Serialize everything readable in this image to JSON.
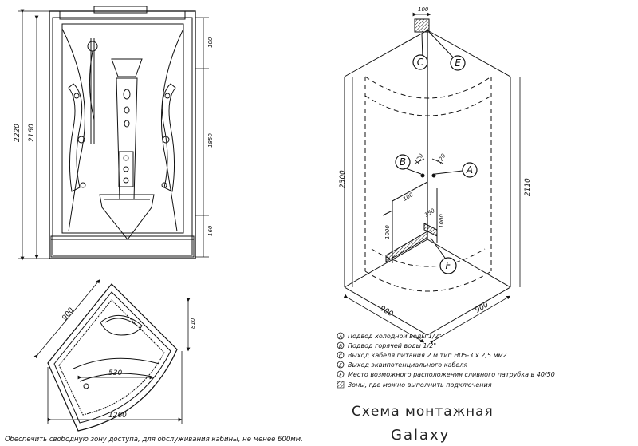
{
  "front_view": {
    "dimensions": {
      "total_height": "2220",
      "cabin_height": "2160",
      "top": "100",
      "middle": "1850",
      "bottom": "160"
    }
  },
  "top_view": {
    "dimensions": {
      "side": "900",
      "depth": "810",
      "seat": "530",
      "width": "1260"
    },
    "note": "Обеспечить свободную зону доступа, для обслуживания кабины, не менее 600мм."
  },
  "install_view": {
    "dimensions": {
      "wall_height": "2300",
      "cabin_height": "2110",
      "box": "100",
      "b_offset": "120",
      "a_offset": "120",
      "left_inner": "100",
      "left_height": "1000",
      "f_offset": "150",
      "right_height": "1000",
      "floor_left": "900",
      "floor_right": "900"
    },
    "markers": {
      "a": "A",
      "b": "B",
      "c": "C",
      "e": "E",
      "f": "F"
    }
  },
  "legend": [
    {
      "mark": "A",
      "text": "Подвод холодной воды 1/2\""
    },
    {
      "mark": "B",
      "text": "Подвод горячей воды 1/2\""
    },
    {
      "mark": "C",
      "text": "Выход кабеля питания  2 м тип H05-3 x 2,5 мм2"
    },
    {
      "mark": "E",
      "text": "Выход эквипотенциального кабеля"
    },
    {
      "mark": "F",
      "text": "Место возможного расположения сливного патрубка в 40/50"
    },
    {
      "mark": "",
      "text": "Зоны, где можно выполнить  подключения"
    }
  ],
  "title": "Схема монтажная",
  "model": "Galaxy"
}
